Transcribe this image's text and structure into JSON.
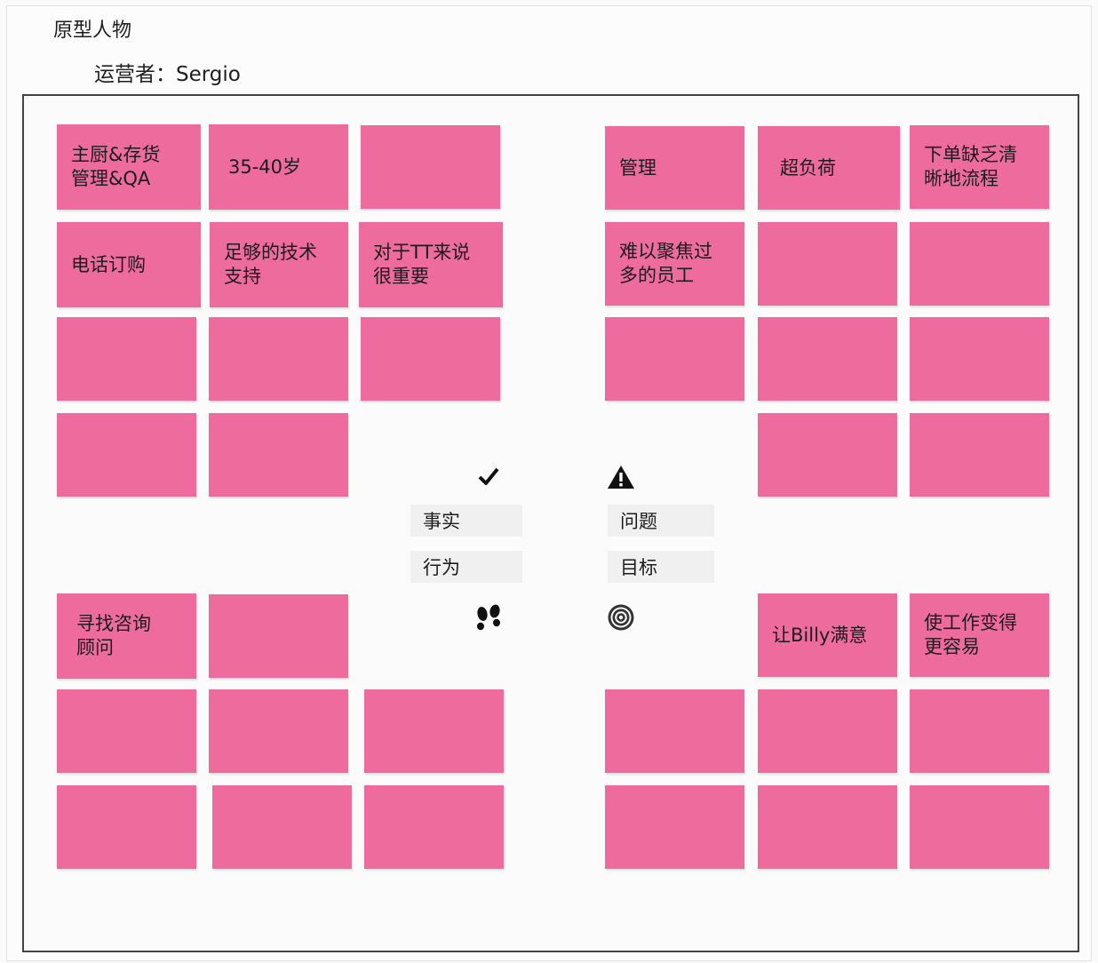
{
  "title": "原型人物",
  "operator": "运营者：Sergio",
  "quadrants": {
    "facts": {
      "label": "事实",
      "icon": "check-icon",
      "notes": [
        "主厨&存货\n管理&QA",
        "35-40岁",
        "",
        "电话订购",
        "足够的技术\n支持",
        "对于TT来说\n很重要",
        "",
        "",
        "",
        "",
        ""
      ]
    },
    "problems": {
      "label": "问题",
      "icon": "warning-icon",
      "notes": [
        "管理",
        "超负荷",
        "下单缺乏清\n晰地流程",
        "难以聚焦过\n多的员工",
        "",
        "",
        "",
        "",
        "",
        "",
        ""
      ]
    },
    "behaviors": {
      "label": "行为",
      "icon": "footprints-icon",
      "notes": [
        "寻找咨询\n顾问",
        "",
        "",
        "",
        "",
        "",
        "",
        ""
      ]
    },
    "goals": {
      "label": "目标",
      "icon": "target-icon",
      "notes": [
        "让Billy满意",
        "使工作变得\n更容易",
        "",
        "",
        "",
        "",
        "",
        ""
      ]
    }
  },
  "colors": {
    "note": "#ee6b9e",
    "label_bg": "#f0f0f0",
    "border": "#444444"
  }
}
